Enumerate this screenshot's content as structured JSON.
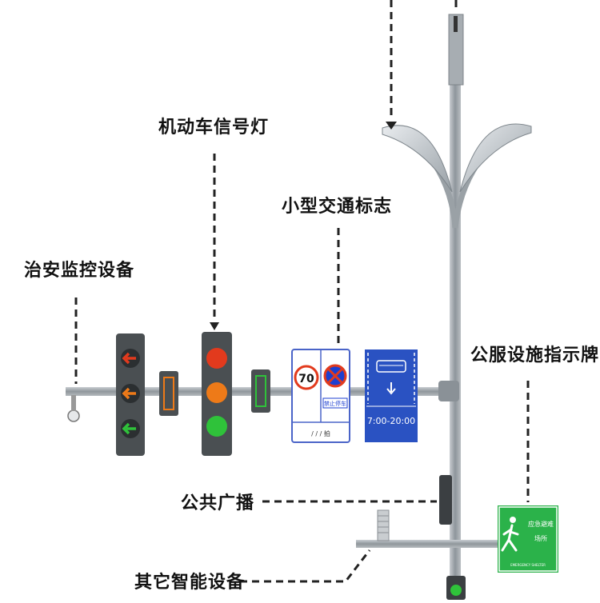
{
  "labels": {
    "vehicle_signal": "机动车信号灯",
    "small_sign": "小型交通标志",
    "security_camera": "治安监控设备",
    "public_service_sign": "公服设施指示牌",
    "public_broadcast": "公共广播",
    "other_smart": "其它智能设备"
  },
  "speed_sign": {
    "limit": "70",
    "no_parking_text": "禁止停车",
    "footer_text": "/ / /  拍"
  },
  "bus_lane_sign": {
    "time": "7:00-20:00"
  },
  "exit_sign": {
    "line1": "应急避难",
    "line2": "场所",
    "line3": "EMERGENCY SHELTER"
  },
  "colors": {
    "pole": "#9aa1a6",
    "signal_housing": "#4a4f52",
    "red": "#e23a1d",
    "orange": "#ee7a18",
    "green": "#2fc23a",
    "bus_blue": "#2a52c2",
    "exit_green": "#2bb24a",
    "no_parking_blue": "#1d3fd0"
  }
}
